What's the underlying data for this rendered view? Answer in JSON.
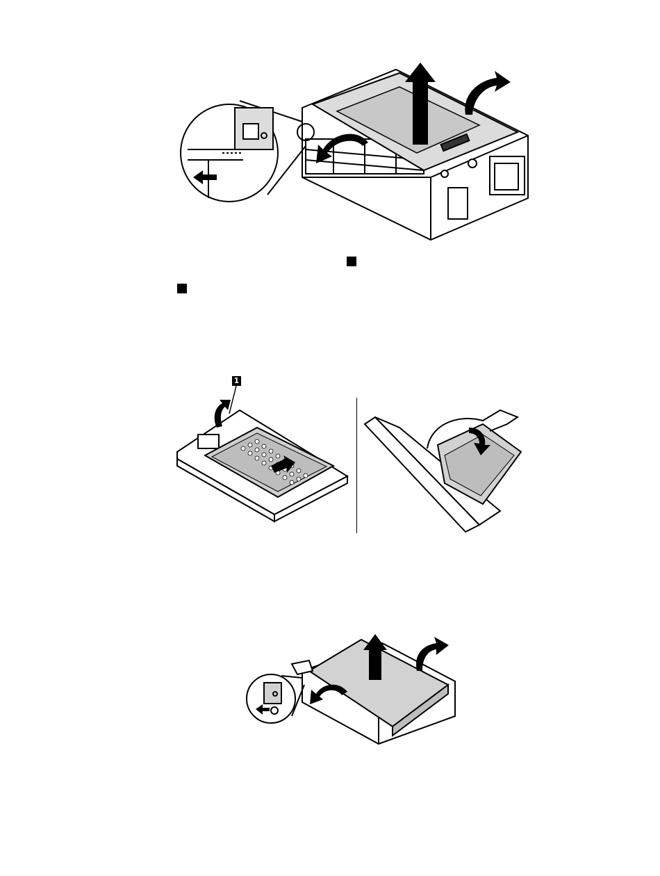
{
  "figures": [
    {
      "id": "fig1"
    },
    {
      "id": "fig2",
      "callout_label": "1"
    },
    {
      "id": "fig3"
    }
  ]
}
